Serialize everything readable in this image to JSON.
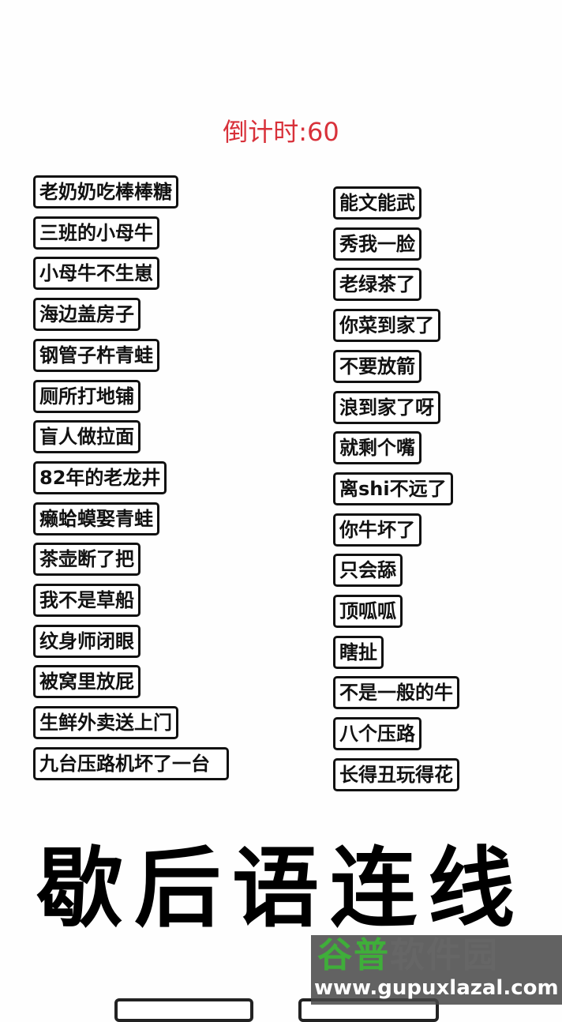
{
  "timer": {
    "label": "倒计时:60"
  },
  "left_phrases": [
    "老奶奶吃棒棒糖",
    "三班的小母牛",
    "小母牛不生崽",
    "海边盖房子",
    "钢管子杵青蛙",
    "厕所打地铺",
    "盲人做拉面",
    "82年的老龙井",
    "癞蛤蟆娶青蛙",
    "茶壶断了把",
    "我不是草船",
    "纹身师闭眼",
    "被窝里放屁",
    "生鲜外卖送上门",
    "九台压路机坏了一台"
  ],
  "right_phrases": [
    "能文能武",
    "秀我一脸",
    "老绿茶了",
    "你菜到家了",
    "不要放箭",
    "浪到家了呀",
    "就剩个嘴",
    "离shi不远了",
    "你牛坏了",
    "只会舔",
    "顶呱呱",
    "瞎扯",
    "不是一般的牛",
    "八个压路",
    "长得丑玩得花"
  ],
  "title": "歇后语连线",
  "watermark": {
    "brand_green": "谷普",
    "brand_gray": "软件园",
    "url": "www.gupuxlazal.com"
  },
  "colors": {
    "timer": "#d8313a",
    "watermark_green": "#3fae3a"
  }
}
